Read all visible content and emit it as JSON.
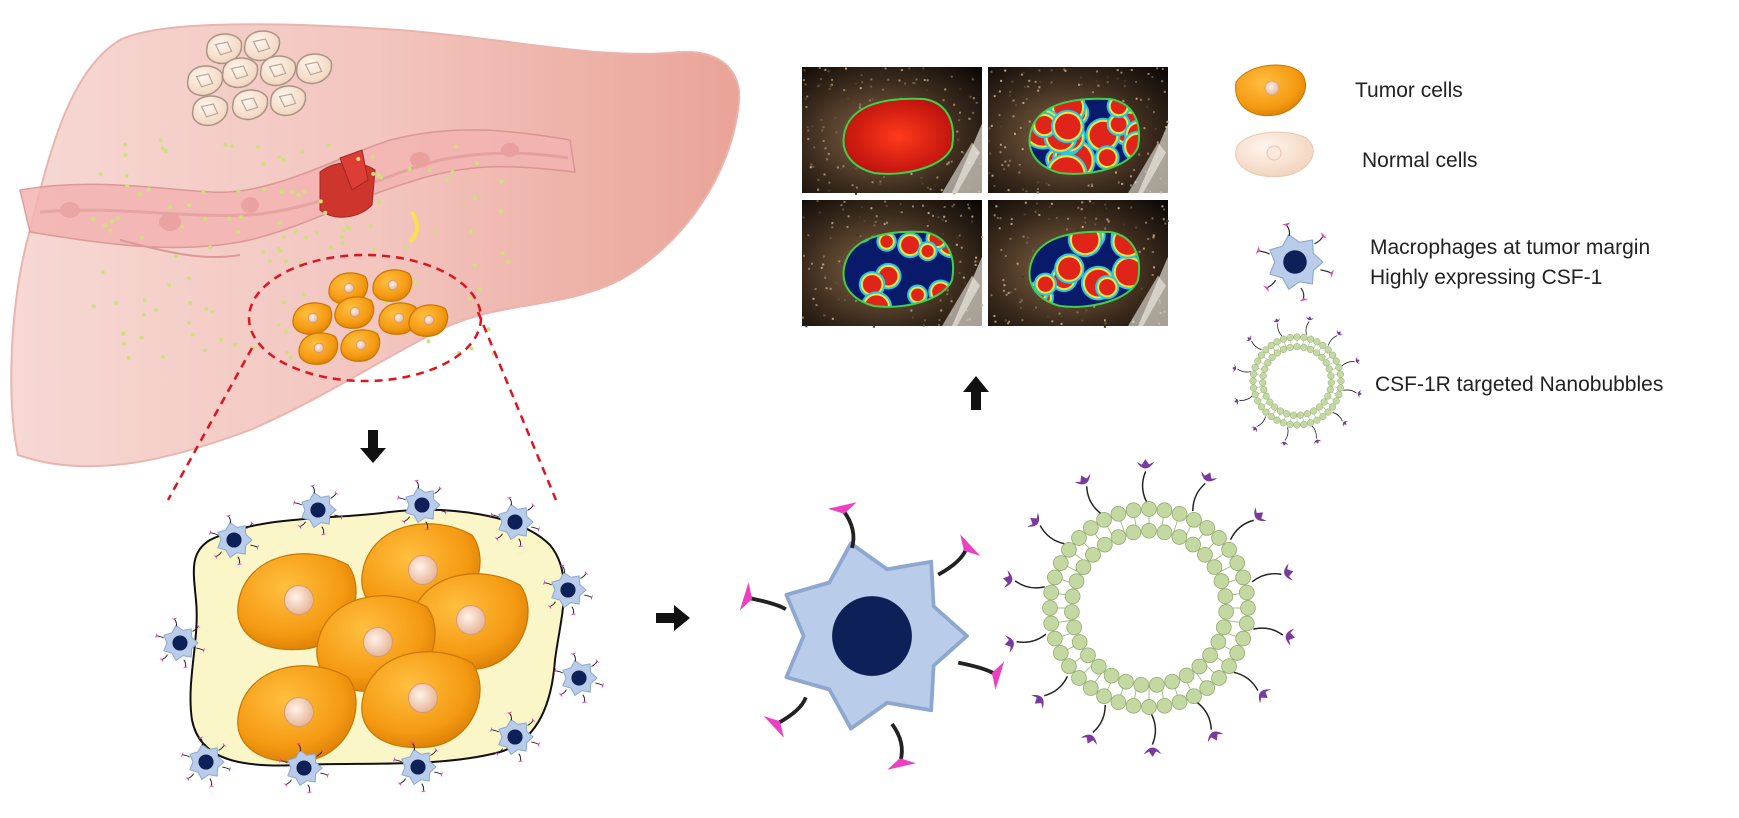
{
  "legend": {
    "tumor_cells": "Tumor cells",
    "normal_cells": "Normal cells",
    "macrophages_line1": "Macrophages at tumor margin",
    "macrophages_line2": "Highly expressing CSF-1",
    "nanobubbles": "CSF-1R targeted Nanobubbles"
  },
  "colors": {
    "tumor_orange": "#f59a12",
    "normal_cell": "#f6dcc8",
    "liver_pink": "#f2b8b0",
    "macrophage_body": "#b9cdea",
    "macrophage_nucleus": "#0d2158",
    "ligand_magenta": "#ee3fc0",
    "nanobubble_green": "#c4d8a2",
    "receptor_purple": "#7a3b9e",
    "highlight_red": "#e0141e",
    "tumor_region": "#fbf6c8"
  },
  "icons": {
    "tumor_cell": "tumor-cell-icon",
    "normal_cell": "normal-cell-icon",
    "macrophage": "macrophage-icon",
    "nanobubble": "nanobubble-icon"
  }
}
